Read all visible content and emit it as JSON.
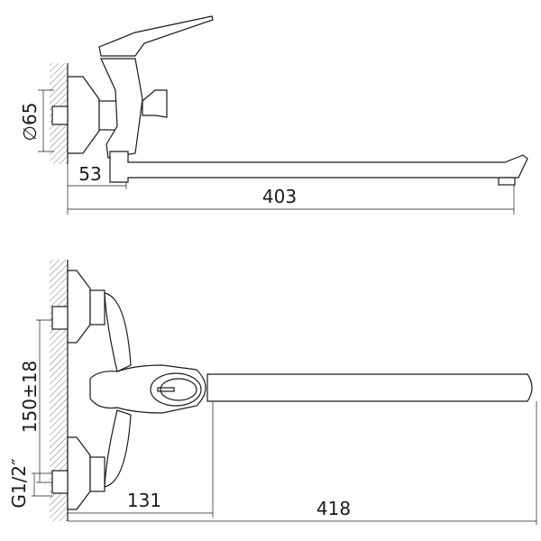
{
  "drawing": {
    "top_view": {
      "dimensions": {
        "flange_diameter": "∅65",
        "handle_offset": "53",
        "spout_length": "403"
      }
    },
    "front_view": {
      "dimensions": {
        "inlet_spacing": "150±18",
        "thread": "G1/2″",
        "body_offset": "131",
        "total_length": "418"
      }
    }
  }
}
